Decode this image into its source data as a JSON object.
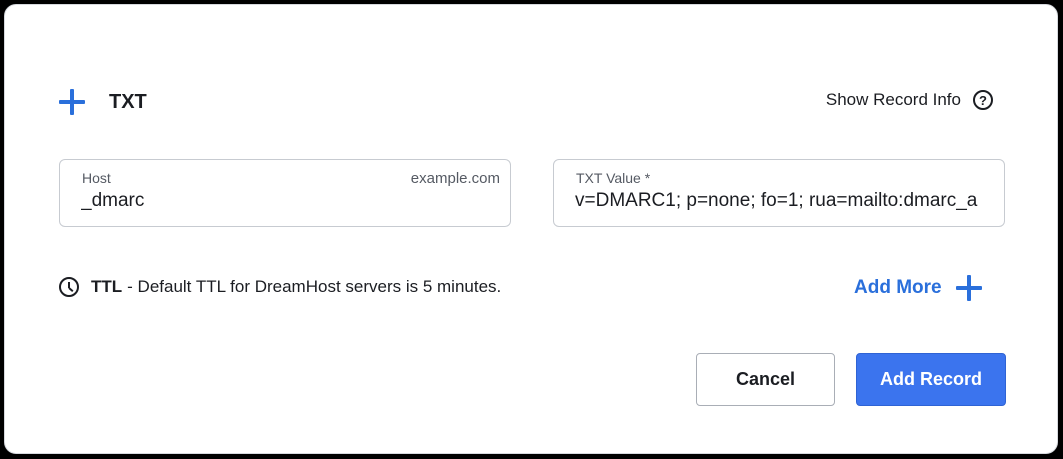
{
  "record": {
    "type": "TXT",
    "add_icon": "plus-icon"
  },
  "show_record_info": {
    "label": "Show Record Info",
    "icon": "help-circle-icon",
    "icon_glyph": "?"
  },
  "fields": {
    "host": {
      "label": "Host",
      "suffix": "example.com",
      "value": "_dmarc"
    },
    "txt_value": {
      "label": "TXT Value *",
      "value": "v=DMARC1; p=none; fo=1; rua=mailto:dmarc_a"
    }
  },
  "ttl": {
    "icon": "clock-icon",
    "label": "TTL",
    "description": "- Default TTL for DreamHost servers is 5 minutes."
  },
  "add_more": {
    "label": "Add More",
    "icon": "plus-icon"
  },
  "buttons": {
    "cancel": "Cancel",
    "add_record": "Add Record"
  },
  "colors": {
    "accent": "#2a6fdb",
    "primary_button": "#3b74ee",
    "text": "#1b1d22",
    "muted_text": "#555a63",
    "border": "#c7cbd1"
  }
}
